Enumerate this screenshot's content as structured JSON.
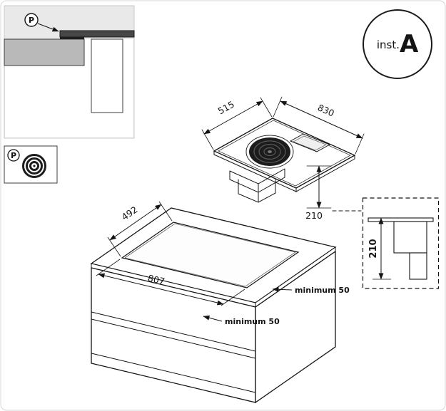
{
  "badge": {
    "prefix": "inst.",
    "letter": "A"
  },
  "detail_callout": {
    "marker": "P"
  },
  "seal_box": {
    "marker": "P"
  },
  "hob": {
    "depth": "515",
    "width": "830",
    "height_below": "210"
  },
  "side_view": {
    "height": "210"
  },
  "cabinet": {
    "cutout_depth": "492",
    "cutout_width": "807",
    "clearance_side": "minimum 50",
    "clearance_front": "minimum 50"
  }
}
